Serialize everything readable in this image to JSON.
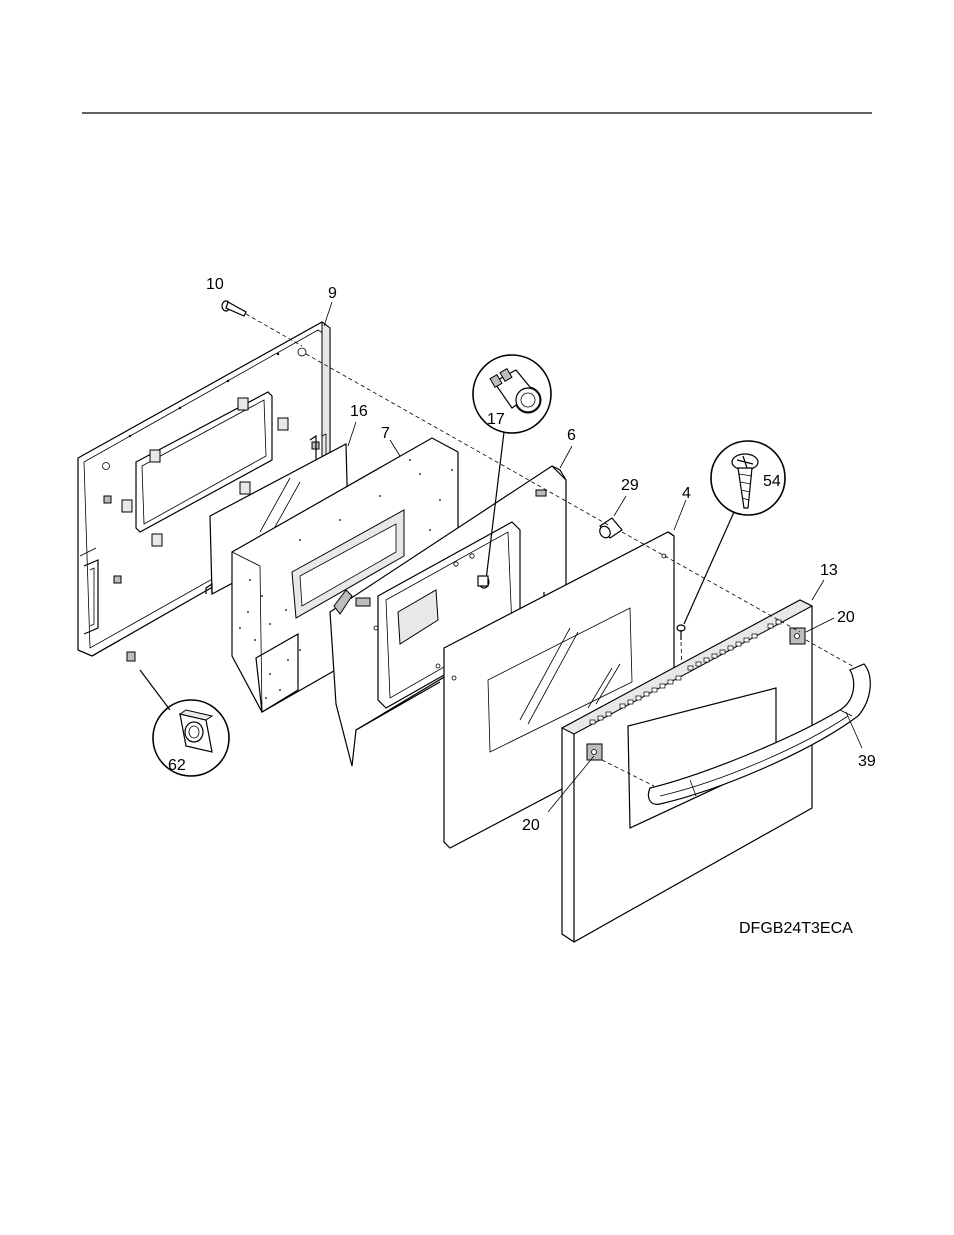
{
  "model_number": "DFGB24T3ECA",
  "callouts": [
    {
      "id": "10",
      "label": "10"
    },
    {
      "id": "9",
      "label": "9"
    },
    {
      "id": "16",
      "label": "16"
    },
    {
      "id": "7",
      "label": "7"
    },
    {
      "id": "17",
      "label": "17"
    },
    {
      "id": "6",
      "label": "6"
    },
    {
      "id": "29",
      "label": "29"
    },
    {
      "id": "4",
      "label": "4"
    },
    {
      "id": "54",
      "label": "54"
    },
    {
      "id": "13",
      "label": "13"
    },
    {
      "id": "20a",
      "label": "20"
    },
    {
      "id": "39",
      "label": "39"
    },
    {
      "id": "20b",
      "label": "20"
    },
    {
      "id": "62",
      "label": "62"
    }
  ]
}
